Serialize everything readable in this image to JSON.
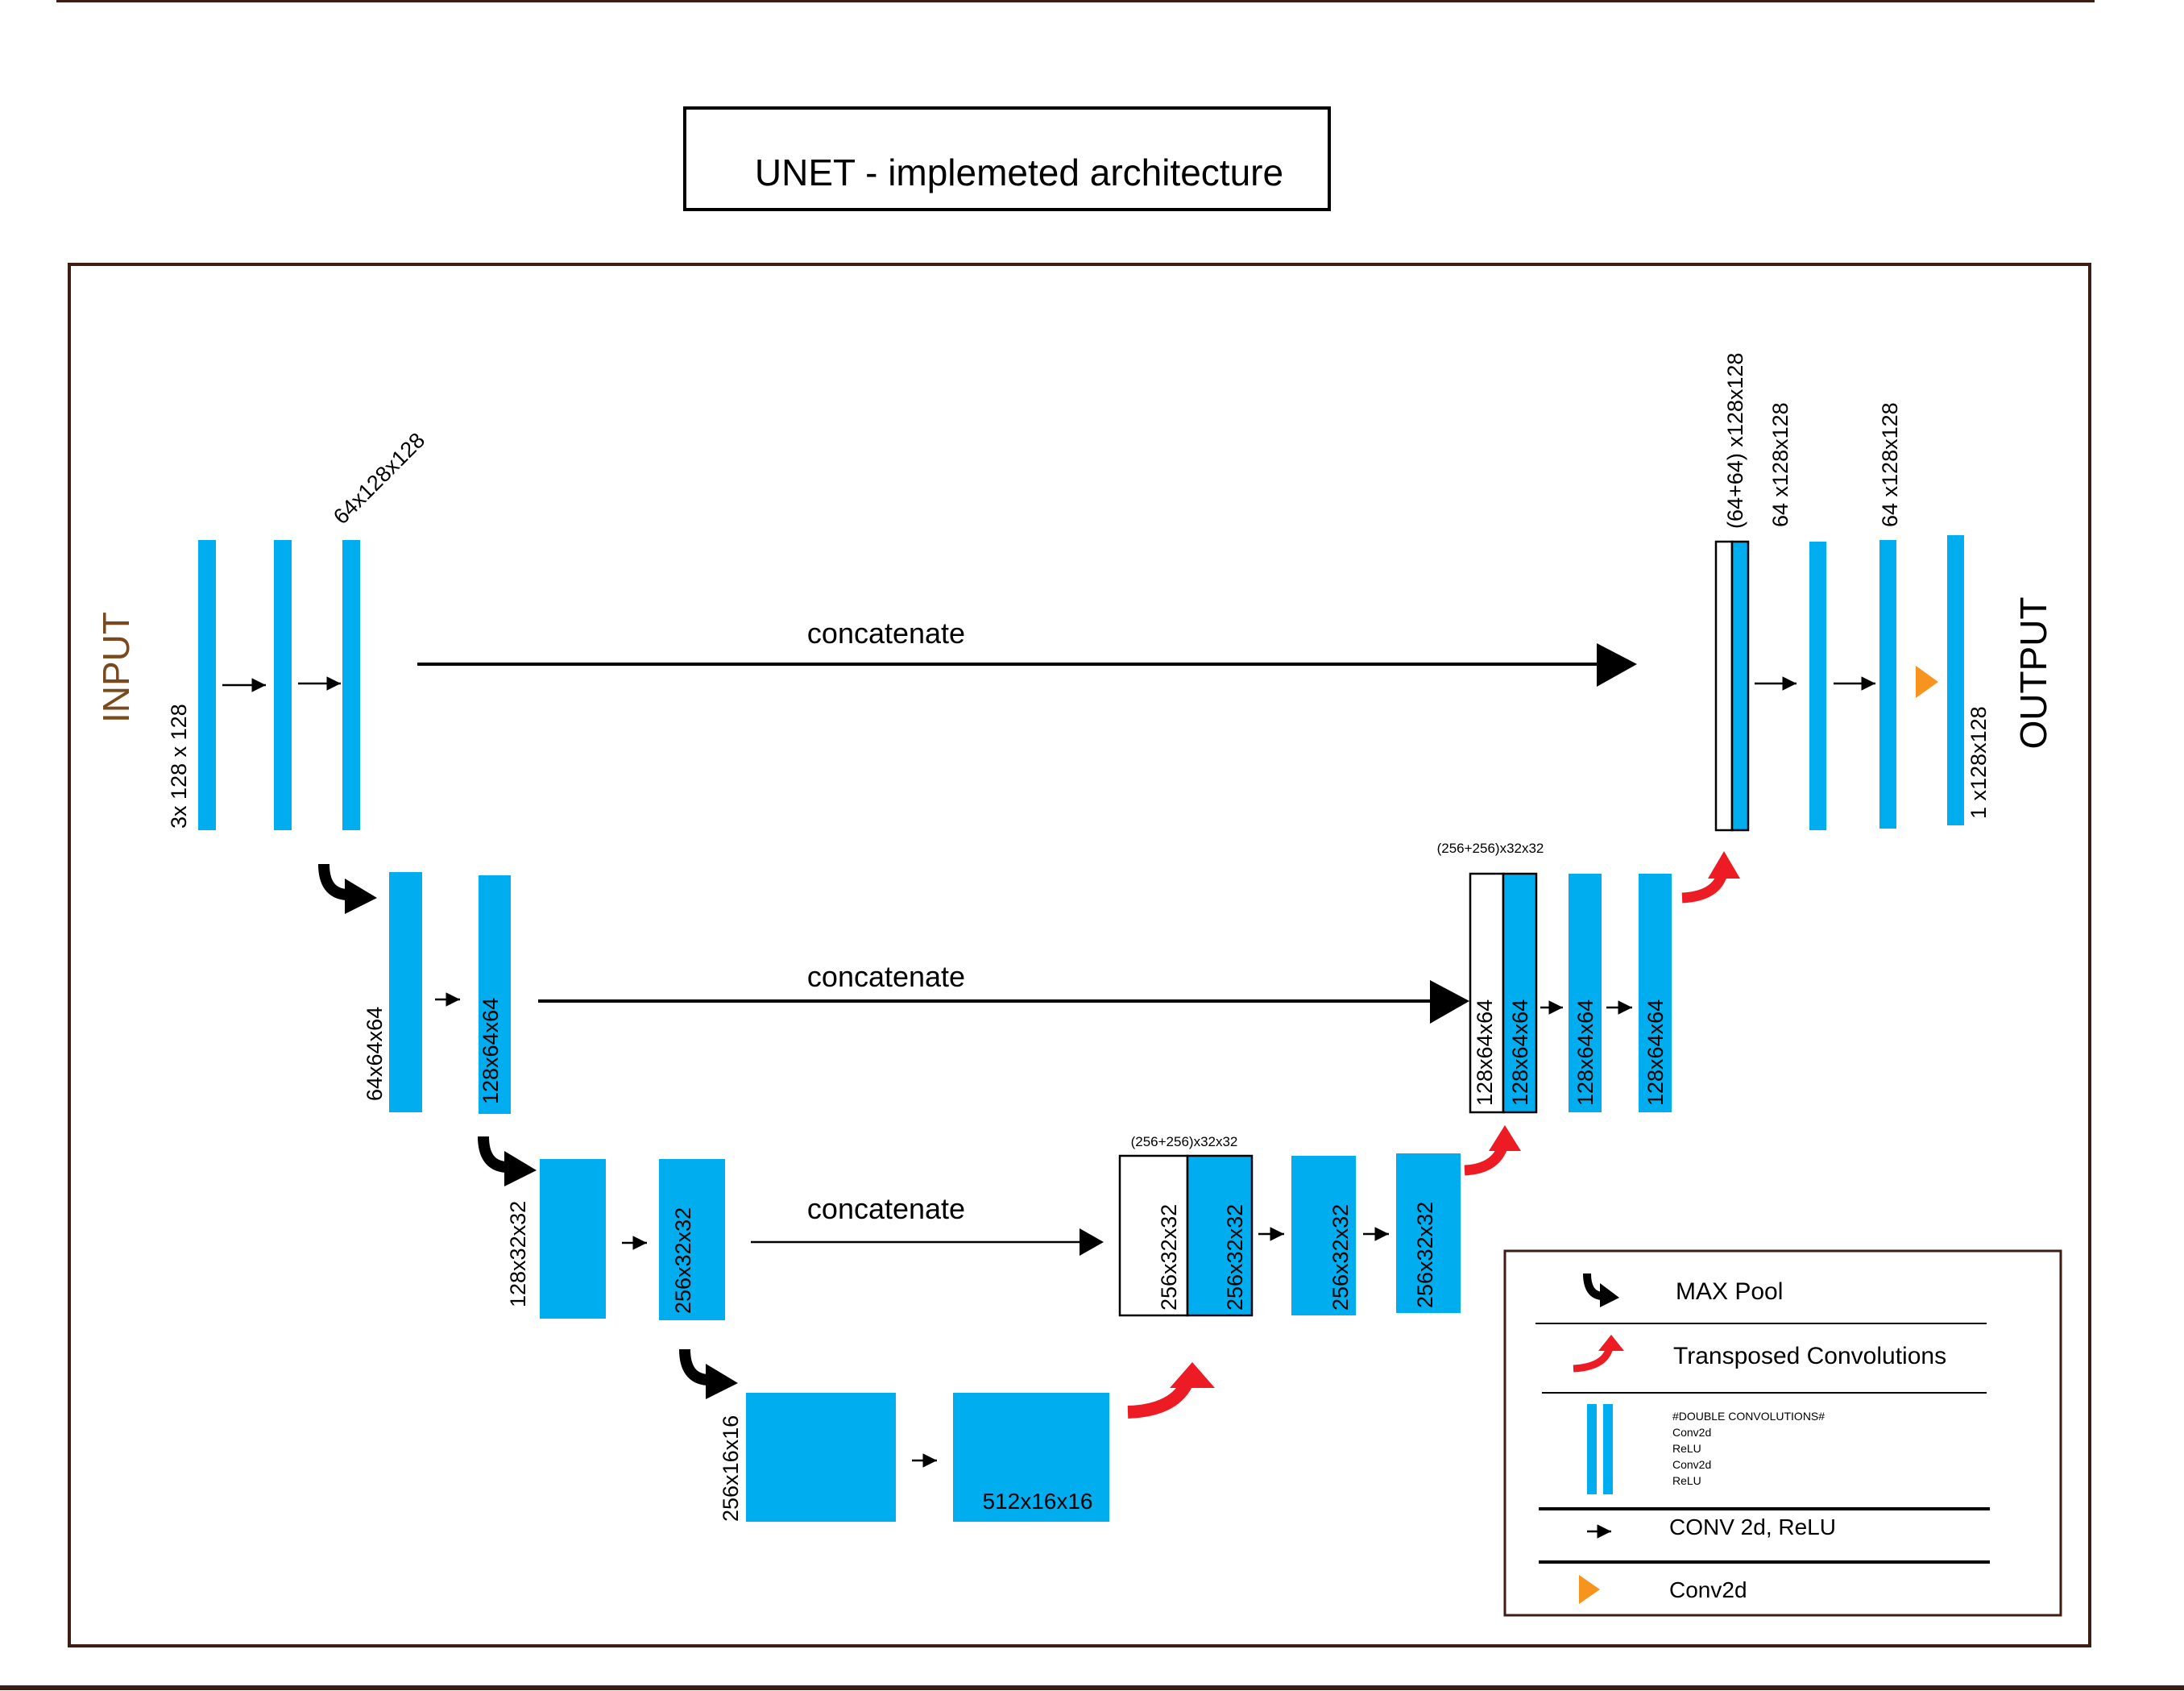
{
  "title": "UNET - implemeted architecture",
  "input_label": "INPUT",
  "output_label": "OUTPUT",
  "concat_label": "concatenate",
  "dims": {
    "in1": "3x 128 x 128",
    "in3": "64x128x128",
    "e2a": "64x64x64",
    "e2b": "128x64x64",
    "e3a": "128x32x32",
    "e3b": "256x32x32",
    "bt1": "256x16x16",
    "bt2": "512x16x16",
    "d3_top": "(256+256)x32x32",
    "d3_white": "256x32x32",
    "d3_blue": "256x32x32",
    "d3_c1": "256x32x32",
    "d3_c2": "256x32x32",
    "d2_top": "(256+256)x32x32",
    "d2_white": "128x64x64",
    "d2_blue": "128x64x64",
    "d2_c1": "128x64x64",
    "d2_c2": "128x64x64",
    "d1_top": "(64+64) x128x128",
    "d1_c1": "64 x128x128",
    "d1_c2": "64 x128x128",
    "out": "1 x128x128"
  },
  "legend": {
    "maxpool": "MAX Pool",
    "transposed": "Transposed Convolutions",
    "double_conv_title": "#DOUBLE CONVOLUTIONS#",
    "double_conv_lines": [
      "Conv2d",
      "ReLU",
      "Conv2d",
      "ReLU"
    ],
    "conv_relu": "CONV 2d, ReLU",
    "conv2d": "Conv2d"
  },
  "colors": {
    "block": "#00aeef",
    "transposed_arrow": "#ed1c24",
    "final_conv": "#f7941d",
    "frame": "#3c1e14",
    "input_label": "#7a4a1e"
  }
}
